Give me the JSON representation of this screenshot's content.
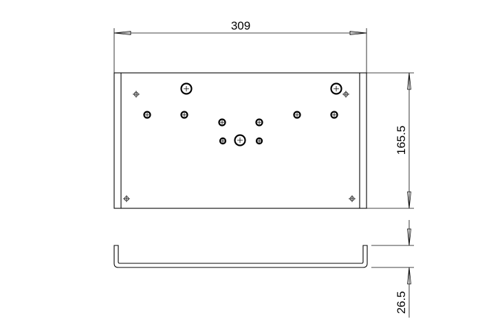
{
  "dimensions": {
    "width_label": "309",
    "height_label": "165.5",
    "flange_label": "26.5"
  },
  "colors": {
    "line": "#000000",
    "background": "#ffffff"
  }
}
